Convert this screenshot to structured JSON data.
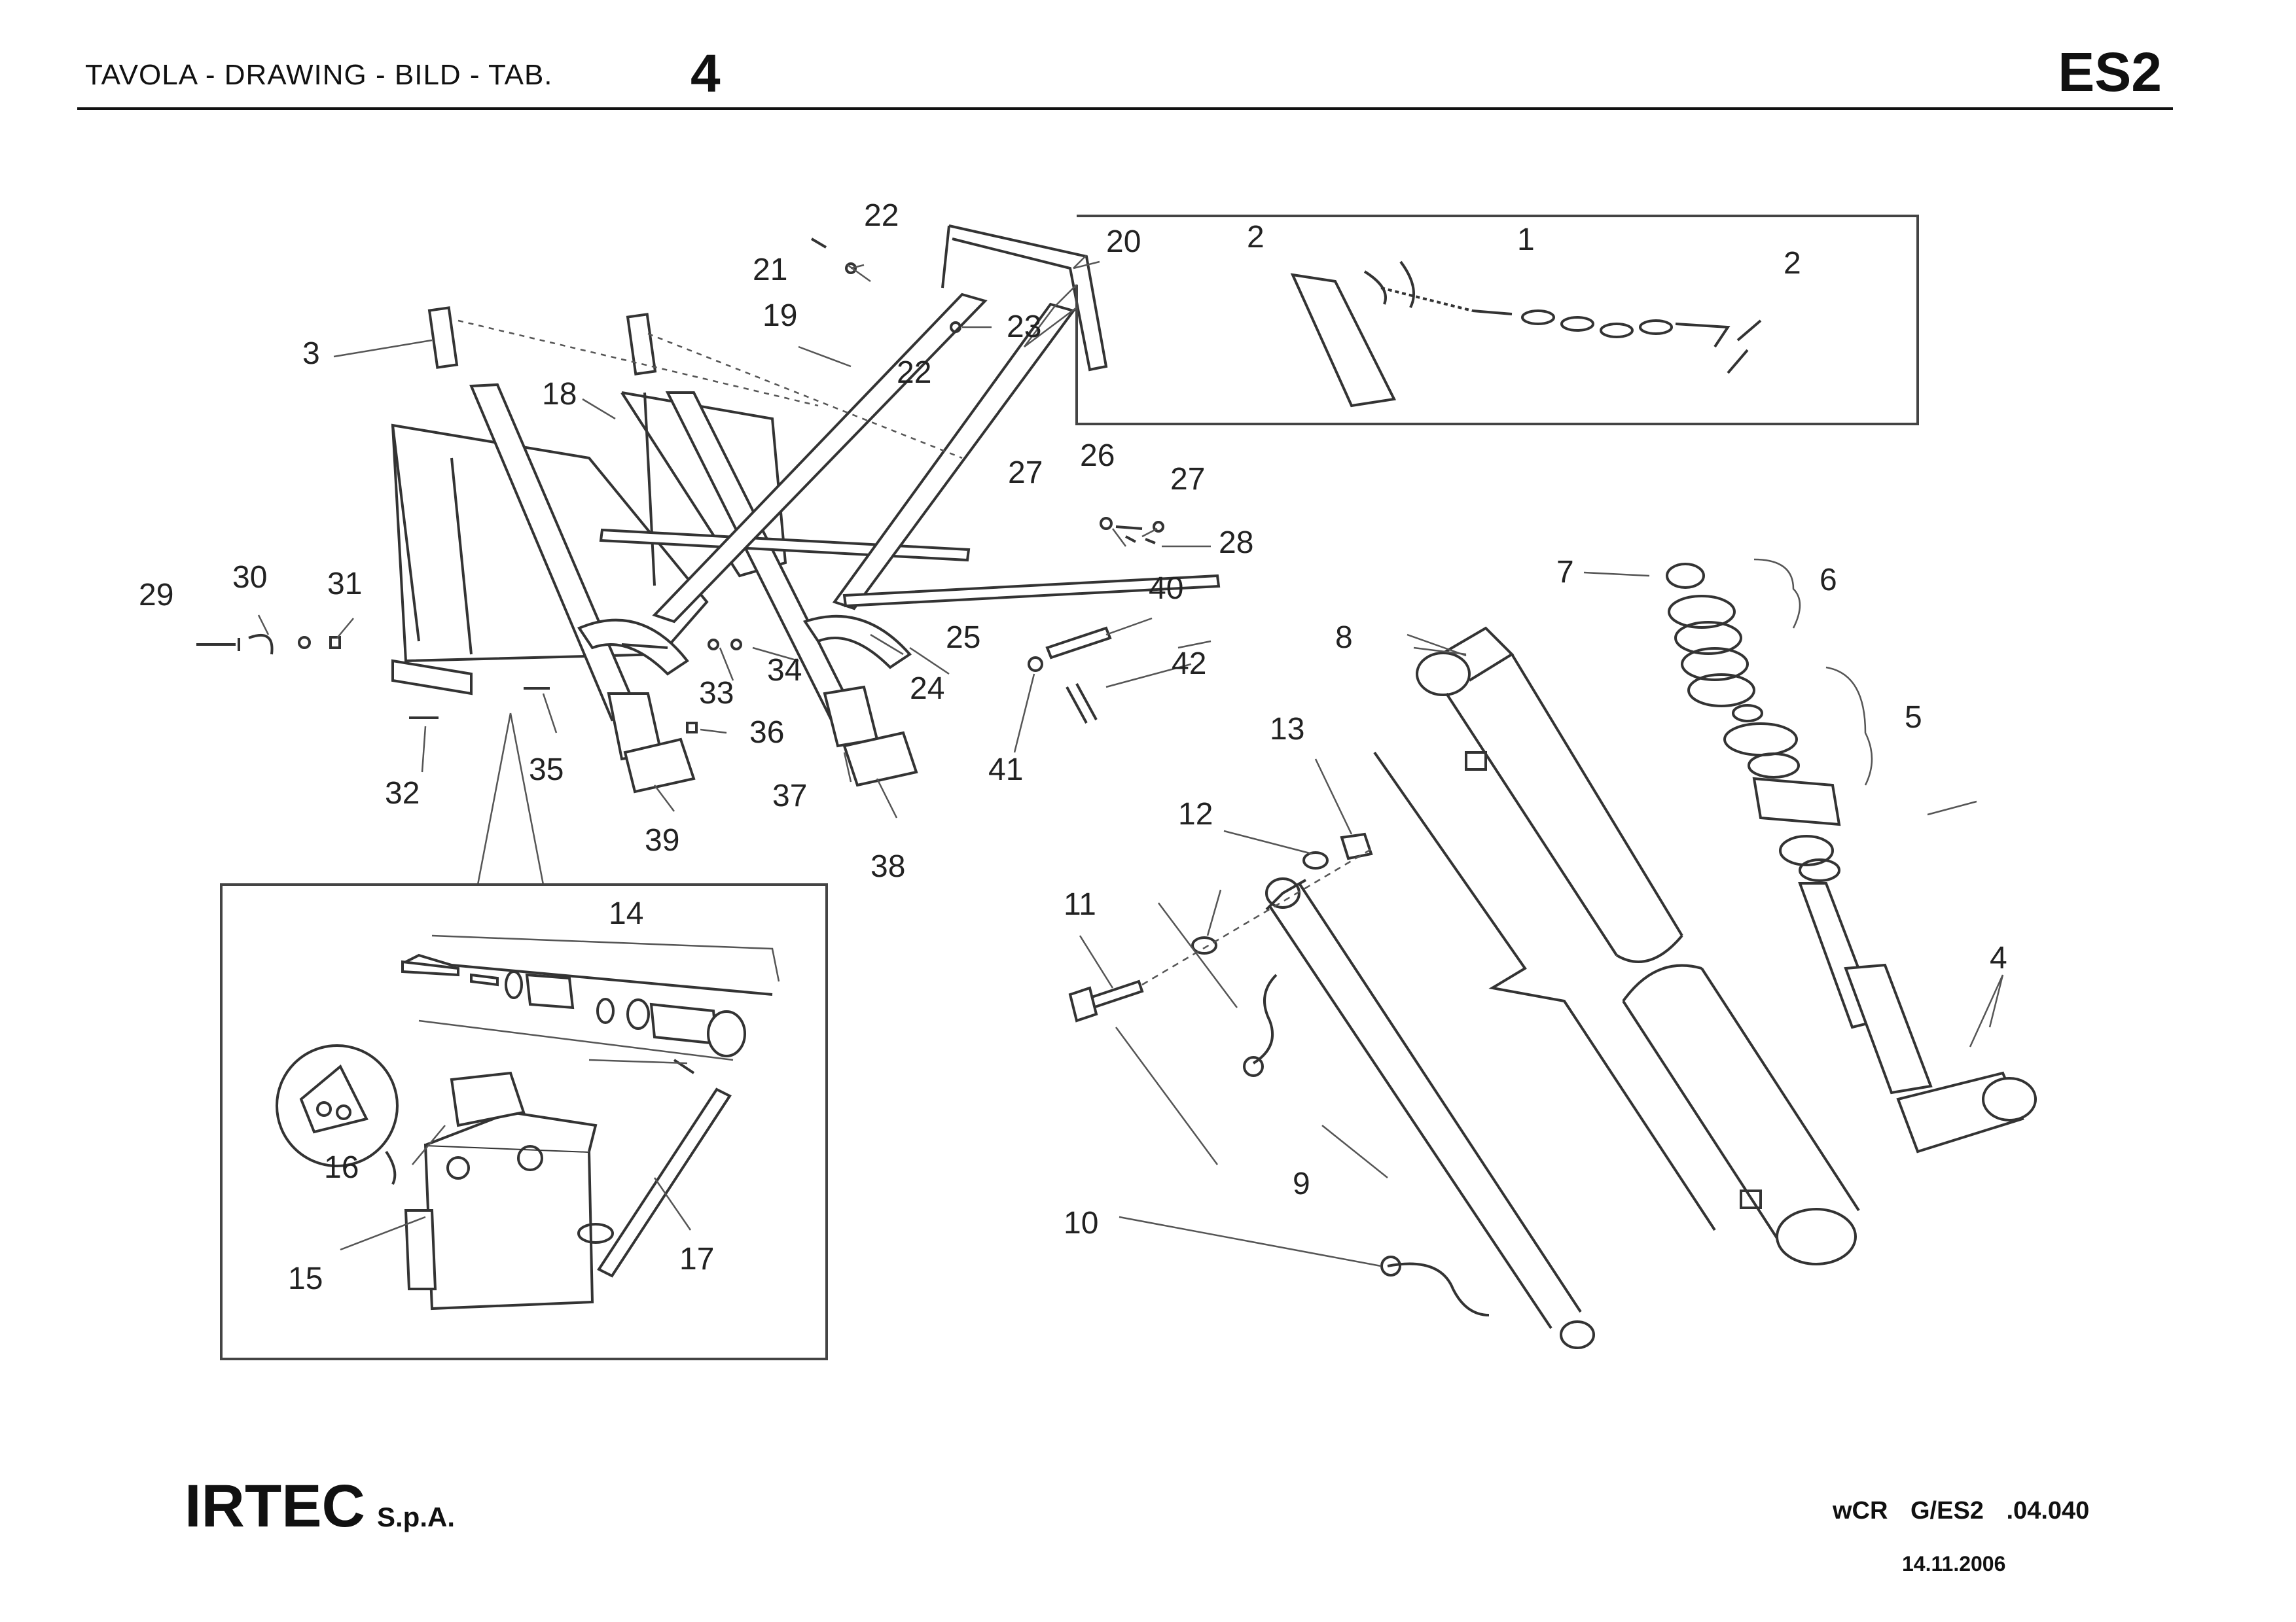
{
  "header": {
    "title": "TAVOLA - DRAWING - BILD - TAB.",
    "table_number": "4",
    "model_code": "ES2"
  },
  "footer": {
    "company": "IRTEC",
    "company_suffix": "S.p.A.",
    "doc_code": "wCR G/ES2 .04.040",
    "date": "14.11.2006"
  },
  "labels": {
    "l1": "1",
    "l2a": "2",
    "l2b": "2",
    "l3": "3",
    "l4": "4",
    "l5": "5",
    "l6": "6",
    "l7": "7",
    "l8": "8",
    "l9": "9",
    "l10": "10",
    "l11": "11",
    "l12": "12",
    "l13": "13",
    "l14": "14",
    "l15": "15",
    "l16": "16",
    "l17": "17",
    "l18": "18",
    "l19": "19",
    "l20": "20",
    "l21": "21",
    "l22a": "22",
    "l22b": "22",
    "l23": "23",
    "l24": "24",
    "l25": "25",
    "l26": "26",
    "l27a": "27",
    "l27b": "27",
    "l28": "28",
    "l29": "29",
    "l30": "30",
    "l31": "31",
    "l32": "32",
    "l33": "33",
    "l34": "34",
    "l35": "35",
    "l36": "36",
    "l37": "37",
    "l38": "38",
    "l39": "39",
    "l40": "40",
    "l41": "41",
    "l42": "42"
  }
}
